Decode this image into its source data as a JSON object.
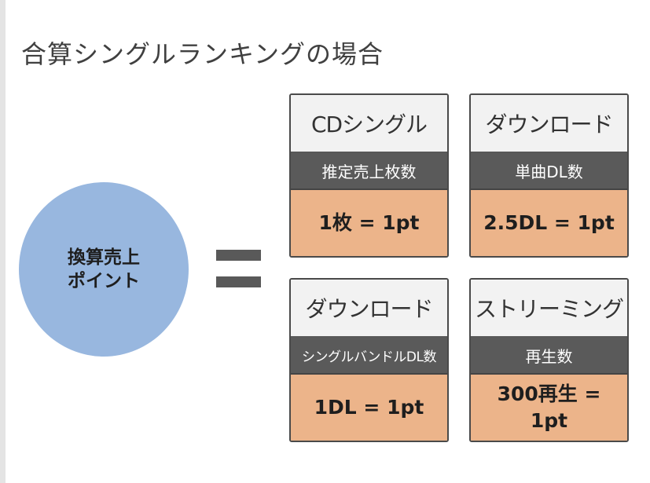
{
  "title": "合算シングルランキングの場合",
  "left": {
    "line1": "換算売上",
    "line2": "ポイント"
  },
  "cards": [
    {
      "header": "CDシングル",
      "subheader": "推定売上枚数",
      "value": "1枚 = 1pt"
    },
    {
      "header": "ダウンロード",
      "subheader": "単曲DL数",
      "value": "2.5DL = 1pt"
    },
    {
      "header": "ダウンロード",
      "subheader": "シングルバンドルDL数",
      "value": "1DL = 1pt"
    },
    {
      "header": "ストリーミング",
      "subheader": "再生数",
      "value": "300再生 = 1pt"
    }
  ],
  "colors": {
    "circle": "#98b7df",
    "card_header_bg": "#f2f2f2",
    "card_subheader_bg": "#5a5a5a",
    "card_value_bg": "#ecb48a",
    "equals": "#595959"
  }
}
